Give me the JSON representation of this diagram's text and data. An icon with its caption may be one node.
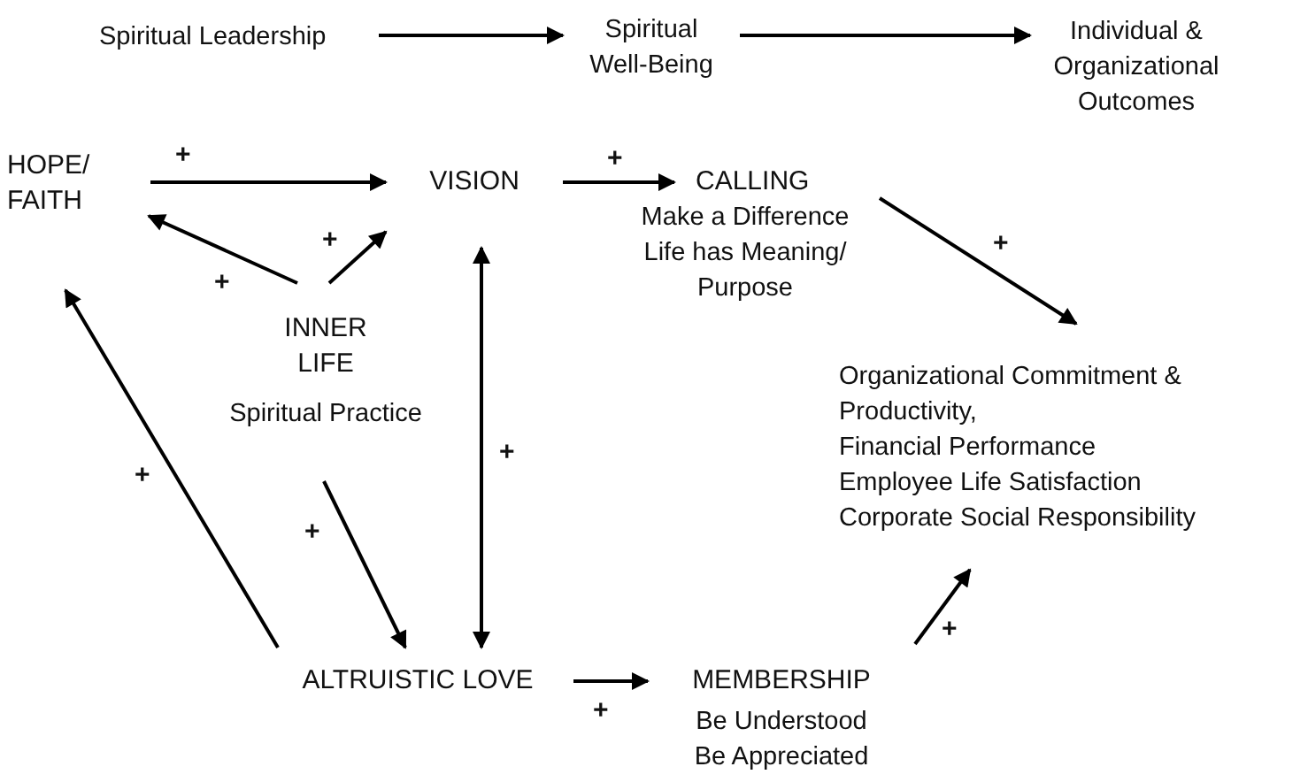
{
  "diagram": {
    "nodes": [
      {
        "text": [
          "Spiritual Leadership"
        ]
      },
      {
        "text": [
          "Spiritual Well-Being"
        ]
      },
      {
        "text": [
          "Individual & Organizational Outcomes"
        ]
      },
      {
        "text": [
          "HOPE/ FAITH"
        ]
      },
      {
        "text": [
          "VISION"
        ]
      },
      {
        "text": [
          "CALLING",
          "Make a Difference",
          "Life has Meaning/ Purpose"
        ]
      },
      {
        "text": [
          "INNER LIFE",
          "Spiritual Practice"
        ]
      },
      {
        "text": [
          "Organizational Commitment & Productivity,",
          "Financial Performance",
          "Employee Life Satisfaction",
          "Corporate Social Responsibility"
        ]
      },
      {
        "text": [
          "ALTRUISTIC LOVE"
        ]
      },
      {
        "text": [
          "MEMBERSHIP",
          "Be Understood",
          "Be Appreciated"
        ]
      }
    ],
    "edges": [
      {
        "from": 0,
        "to": 1,
        "arrow": "to"
      },
      {
        "from": 1,
        "to": 2,
        "arrow": "to"
      },
      {
        "from": 3,
        "to": 4,
        "arrow": "to",
        "label": "+"
      },
      {
        "from": 4,
        "to": 5,
        "arrow": "to",
        "label": "+"
      },
      {
        "from": 6,
        "to": 3,
        "arrow": "to",
        "label": "+"
      },
      {
        "from": 6,
        "to": 4,
        "arrow": "to",
        "label": "+"
      },
      {
        "from": 5,
        "to": 7,
        "arrow": "to",
        "label": "+"
      },
      {
        "from": 6,
        "to": 8,
        "arrow": "to",
        "label": "+"
      },
      {
        "from": 4,
        "to": 8,
        "arrow": "both",
        "label": "+"
      },
      {
        "from": 8,
        "to": 3,
        "arrow": "to",
        "label": "+"
      },
      {
        "from": 8,
        "to": 9,
        "arrow": "to",
        "label": "+"
      },
      {
        "from": 9,
        "to": 7,
        "arrow": "to",
        "label": "+"
      }
    ]
  }
}
